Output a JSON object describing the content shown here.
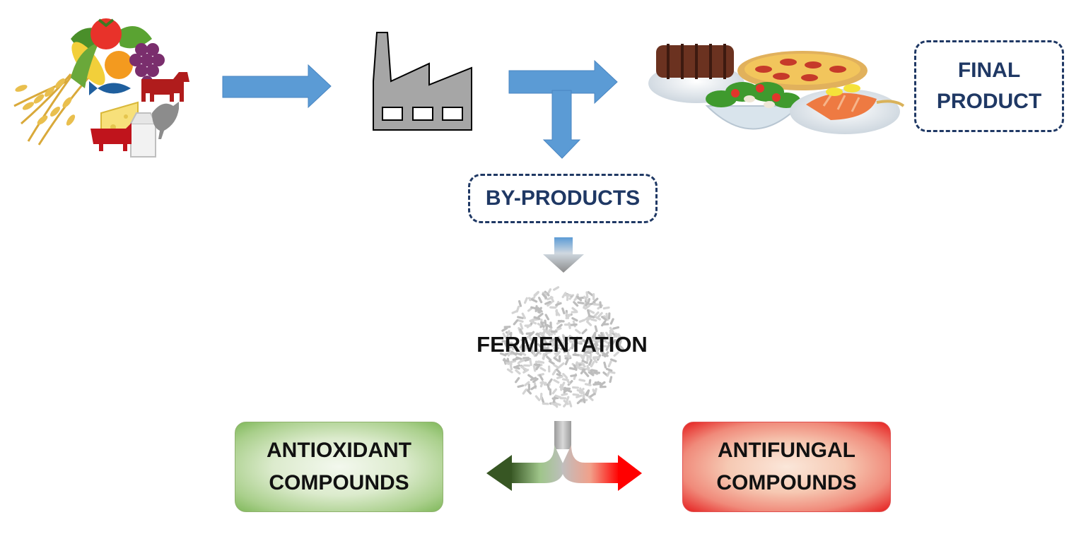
{
  "labels": {
    "final_product_line1": "FINAL",
    "final_product_line2": "PRODUCT",
    "by_products": "BY-PRODUCTS",
    "fermentation": "FERMENTATION",
    "antioxidant_line1": "ANTIOXIDANT",
    "antioxidant_line2": "COMPOUNDS",
    "antifungal_line1": "ANTIFUNGAL",
    "antifungal_line2": "COMPOUNDS"
  },
  "colors": {
    "arrow_blue": "#5b9bd5",
    "box_border": "#1f3864",
    "factory_gray": "#a6a6a6",
    "antioxidant_green": "#7fb85a",
    "antifungal_red": "#e51d1d"
  },
  "icons": [
    "raw-food-collage-icon",
    "factory-icon",
    "prepared-dishes-icon",
    "microorganisms-icon"
  ]
}
